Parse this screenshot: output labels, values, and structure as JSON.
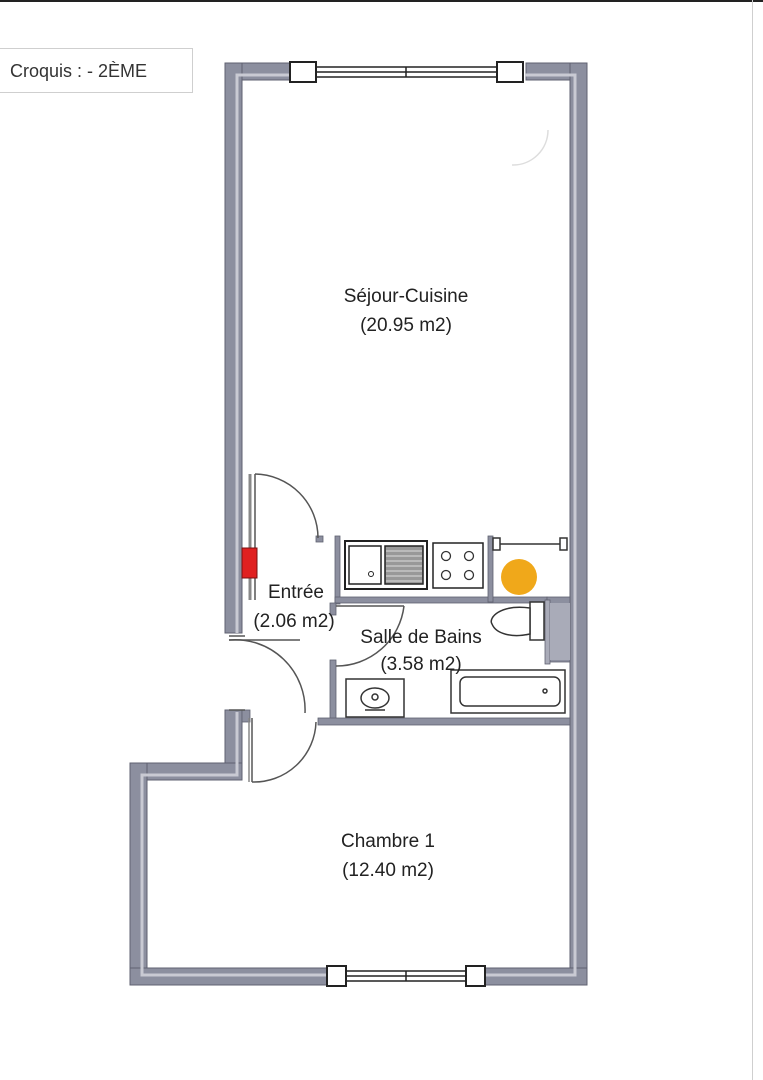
{
  "header": {
    "title": "Croquis : - 2ÈME"
  },
  "rooms": [
    {
      "name": "Séjour-Cuisine",
      "area": "(20.95 m2)"
    },
    {
      "name": "Entrée",
      "area": "(2.06 m2)"
    },
    {
      "name": "Salle de Bains",
      "area": "(3.58 m2)"
    },
    {
      "name": "Chambre 1",
      "area": "(12.40 m2)"
    }
  ],
  "colors": {
    "wall": "#8c8f9f",
    "wall_inner": "#c9cad3",
    "heater": "#f0a81a",
    "electric_panel": "#e02020",
    "fixture": "#555555"
  }
}
